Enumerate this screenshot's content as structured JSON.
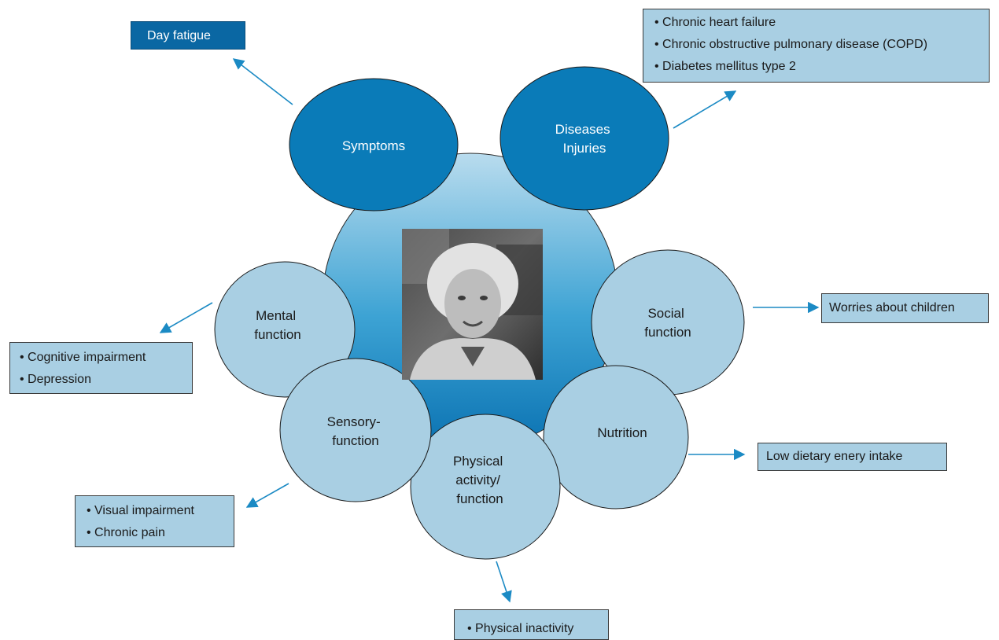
{
  "nodes": {
    "symptoms": [
      "Symptoms"
    ],
    "diseases": [
      "Diseases",
      "Injuries"
    ],
    "social": [
      "Social",
      "function"
    ],
    "mental": [
      "Mental",
      "function"
    ],
    "nutrition": [
      "Nutrition"
    ],
    "sensory": [
      "Sensory-",
      "function"
    ],
    "physical": [
      "Physical",
      "activity/",
      "function"
    ]
  },
  "boxes": {
    "day_fatigue": "Day fatigue",
    "diseases": [
      "Chronic heart failure",
      "Chronic obstructive pulmonary disease (COPD)",
      "Diabetes mellitus type 2"
    ],
    "social": "Worries about children",
    "mental": [
      "Cognitive impairment",
      "Depression"
    ],
    "nutrition": "Low dietary enery intake",
    "sensory": [
      "Visual impairment",
      "Chronic pain"
    ],
    "physical": [
      "Physical inactivity"
    ]
  },
  "colors": {
    "dark_node": "#0a7bb8",
    "light_node": "#a9cfe3",
    "arrow": "#1b8ac4",
    "center_top": "#a8d4ea",
    "center_bottom": "#0a76b5"
  }
}
